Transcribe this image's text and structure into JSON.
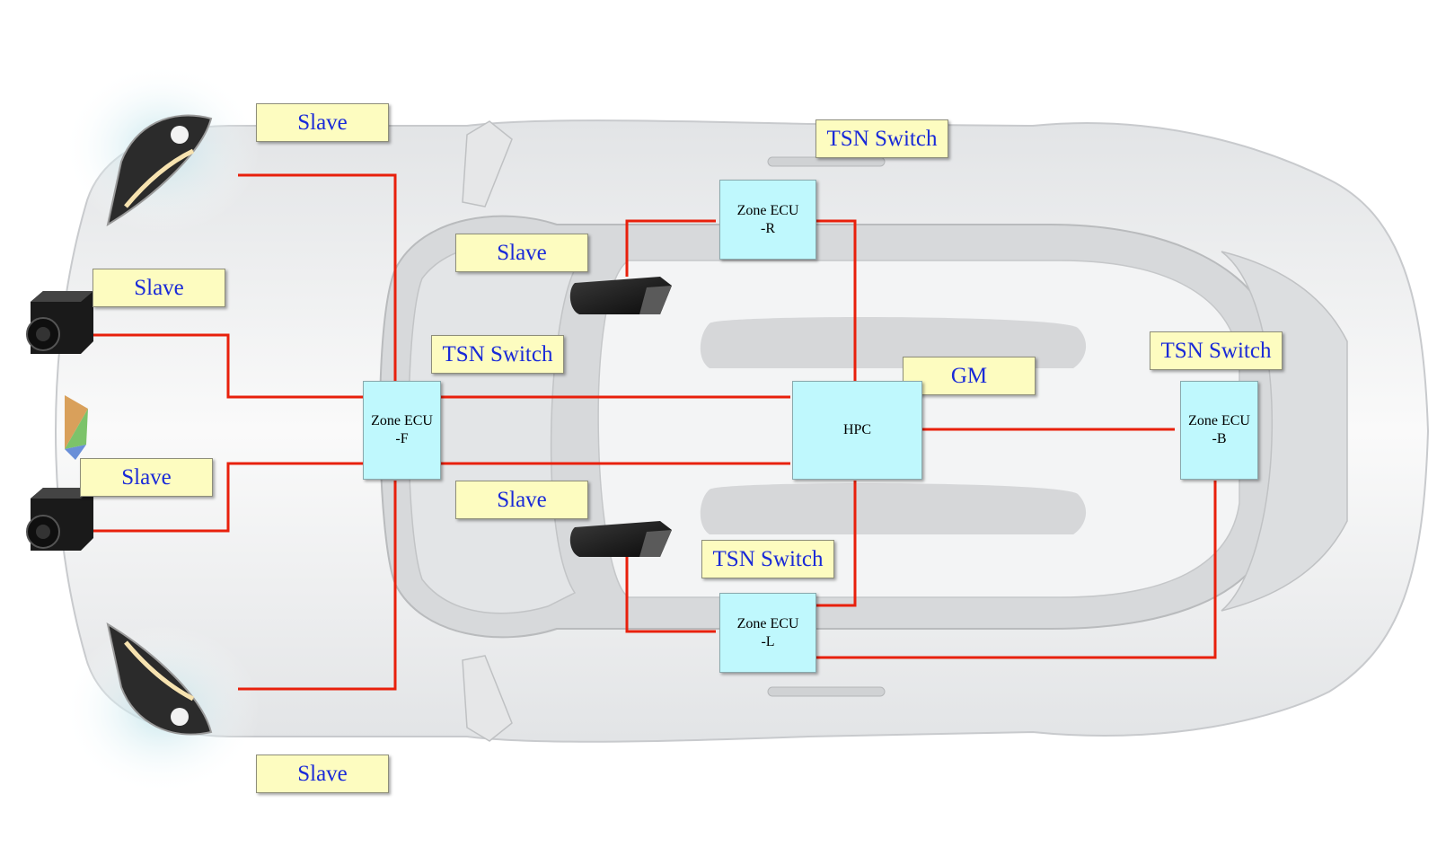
{
  "labels": {
    "slave_front_top": "Slave",
    "slave_cam_top": "Slave",
    "slave_cam_bottom": "Slave",
    "slave_front_bottom": "Slave",
    "slave_lidar_top": "Slave",
    "slave_lidar_bottom": "Slave",
    "tsn_switch_r": "TSN Switch",
    "tsn_switch_f": "TSN Switch",
    "tsn_switch_b": "TSN Switch",
    "tsn_switch_l": "TSN Switch",
    "gm": "GM"
  },
  "nodes": {
    "zone_ecu_f": {
      "line1": "Zone ECU",
      "line2": "-F"
    },
    "zone_ecu_r": {
      "line1": "Zone ECU",
      "line2": "-R"
    },
    "zone_ecu_l": {
      "line1": "Zone ECU",
      "line2": "-L"
    },
    "zone_ecu_b": {
      "line1": "Zone ECU",
      "line2": "-B"
    },
    "hpc": {
      "line1": "HPC"
    }
  },
  "colors": {
    "link": "#e8200c",
    "label_fill": "#fdfcc0",
    "label_text": "#1a2ad8",
    "node_fill": "#bff8fd"
  },
  "icons": [
    "headlight-icon",
    "camera-icon",
    "lidar-icon",
    "logo-icon"
  ]
}
